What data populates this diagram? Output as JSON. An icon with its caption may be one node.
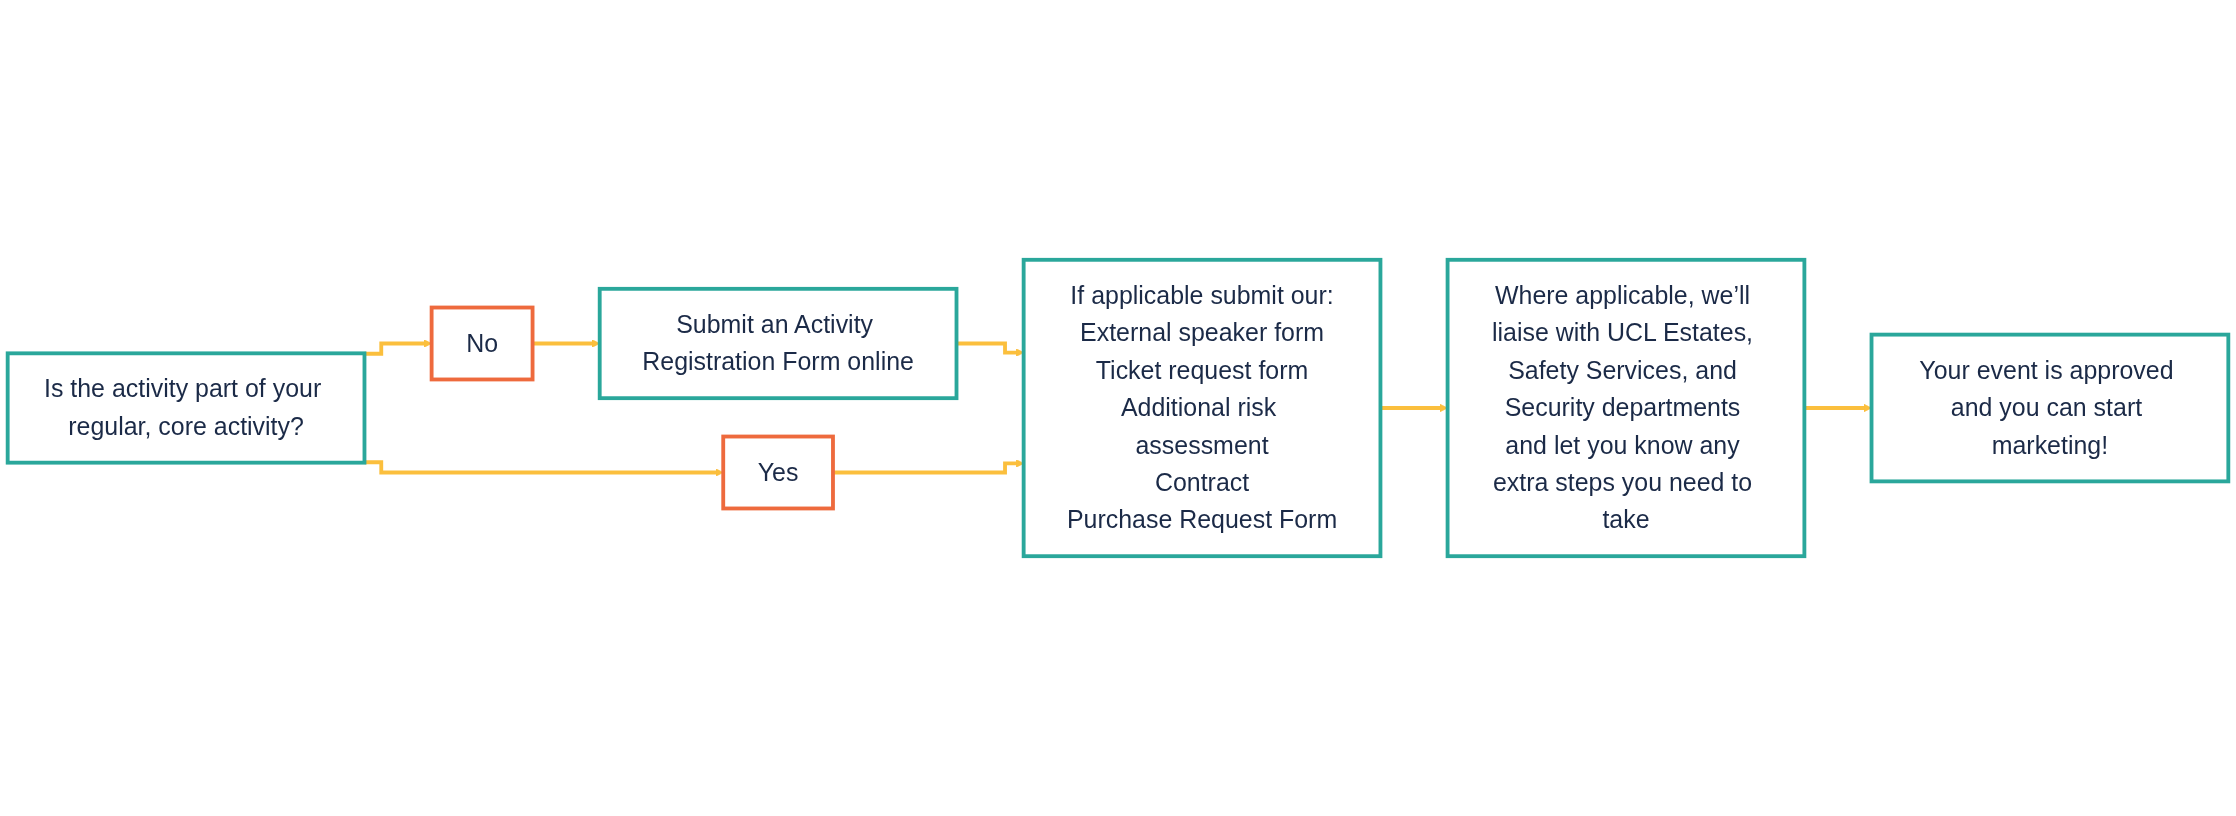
{
  "diagram": {
    "nodes": [
      {
        "text": [
          "Is the activity part of your regular, core activity?"
        ]
      },
      {
        "text": [
          "No"
        ]
      },
      {
        "text": [
          "Submit an Activity Registration Form online"
        ]
      },
      {
        "text": [
          "Yes"
        ]
      },
      {
        "text": [
          "If applicable submit our:",
          "External speaker form",
          "Ticket request form",
          "Additional risk assessment",
          "Contract",
          "Purchase Request Form"
        ]
      },
      {
        "text": [
          "Where applicable, we’ll liaise with UCL Estates, Safety Services, and Security departments and let you know any extra steps you need to take"
        ]
      },
      {
        "text": [
          "Your event is approved and you can start marketing!"
        ]
      }
    ],
    "edges": [
      {
        "from": 0,
        "to": 1,
        "arrow": "to"
      },
      {
        "from": 1,
        "to": 2,
        "arrow": "to"
      },
      {
        "from": 0,
        "to": 3,
        "arrow": "to"
      },
      {
        "from": 2,
        "to": 4,
        "arrow": "to"
      },
      {
        "from": 3,
        "to": 4,
        "arrow": "to"
      },
      {
        "from": 4,
        "to": 5,
        "arrow": "to"
      },
      {
        "from": 5,
        "to": 6,
        "arrow": "to"
      }
    ]
  }
}
